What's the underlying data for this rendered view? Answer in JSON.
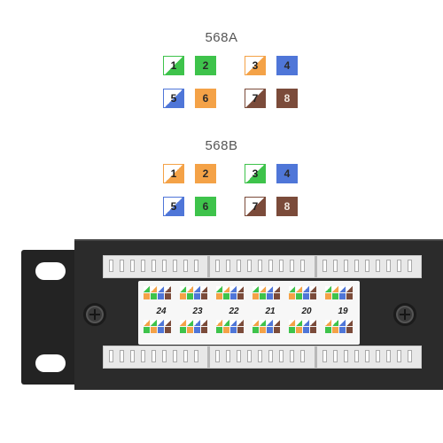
{
  "standards": [
    {
      "name": "568A",
      "pins": [
        {
          "num": "1",
          "color": "#3ec34b",
          "striped": true
        },
        {
          "num": "2",
          "color": "#3ec34b",
          "striped": false
        },
        {
          "num": "3",
          "color": "#f4a247",
          "striped": true
        },
        {
          "num": "4",
          "color": "#4f76d8",
          "striped": false
        },
        {
          "num": "5",
          "color": "#4f76d8",
          "striped": true
        },
        {
          "num": "6",
          "color": "#f4a247",
          "striped": false
        },
        {
          "num": "7",
          "color": "#7b4b3a",
          "striped": true
        },
        {
          "num": "8",
          "color": "#7b4b3a",
          "striped": false
        }
      ]
    },
    {
      "name": "568B",
      "pins": [
        {
          "num": "1",
          "color": "#f4a247",
          "striped": true
        },
        {
          "num": "2",
          "color": "#f4a247",
          "striped": false
        },
        {
          "num": "3",
          "color": "#3ec34b",
          "striped": true
        },
        {
          "num": "4",
          "color": "#4f76d8",
          "striped": false
        },
        {
          "num": "5",
          "color": "#4f76d8",
          "striped": true
        },
        {
          "num": "6",
          "color": "#3ec34b",
          "striped": false
        },
        {
          "num": "7",
          "color": "#7b4b3a",
          "striped": true
        },
        {
          "num": "8",
          "color": "#7b4b3a",
          "striped": false
        }
      ]
    }
  ],
  "panel": {
    "port_numbers": [
      "24",
      "23",
      "22",
      "21",
      "20",
      "19"
    ],
    "colors": {
      "green": "#3ec34b",
      "orange": "#f4a247",
      "blue": "#4f76d8",
      "brown": "#7b4b3a"
    }
  }
}
